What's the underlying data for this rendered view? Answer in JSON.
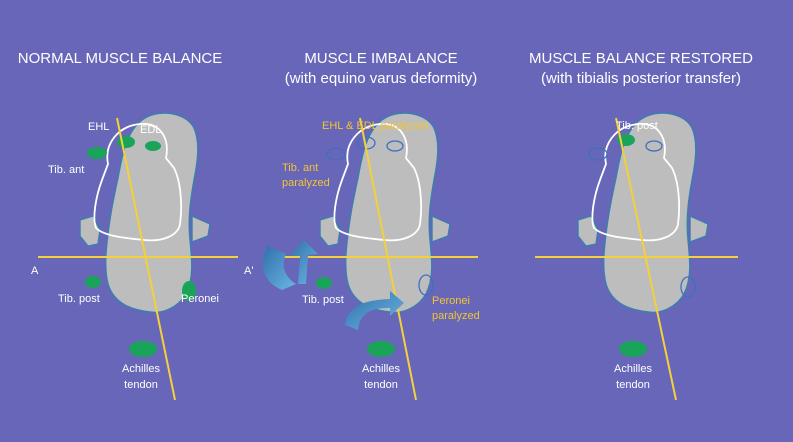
{
  "panels": [
    {
      "title_line1": "NORMAL MUSCLE BALANCE",
      "title_line2": "",
      "labels": {
        "ehl": "EHL",
        "edl": "EDL",
        "tib_ant": "Tib. ant",
        "tib_post": "Tib. post",
        "peronei": "Peronei",
        "achilles_1": "Achilles",
        "achilles_2": "tendon",
        "axis_a": "A",
        "axis_a_prime": "A'"
      }
    },
    {
      "title_line1": "MUSCLE IMBALANCE",
      "title_line2": "(with equino varus deformity)",
      "labels": {
        "ehl_edl": "EHL   & EDL paralyzed",
        "tib_ant_1": "Tib. ant",
        "tib_ant_2": "paralyzed",
        "tib_post": "Tib. post",
        "peronei_1": "Peronei",
        "peronei_2": "paralyzed",
        "achilles_1": "Achilles",
        "achilles_2": "tendon"
      }
    },
    {
      "title_line1": "MUSCLE BALANCE RESTORED",
      "title_line2": "(with tibialis posterior transfer)",
      "labels": {
        "tib_post": "Tib. post",
        "achilles_1": "Achilles",
        "achilles_2": "tendon"
      }
    }
  ],
  "colors": {
    "background": "#6766b8",
    "bone": "#bdbdbd",
    "outline": "#3a7fb0",
    "active_tendon": "#19a45a",
    "axis_line": "#f4d03a",
    "paralyzed_text": "#f3c531",
    "arrow": "#4a90c8"
  }
}
